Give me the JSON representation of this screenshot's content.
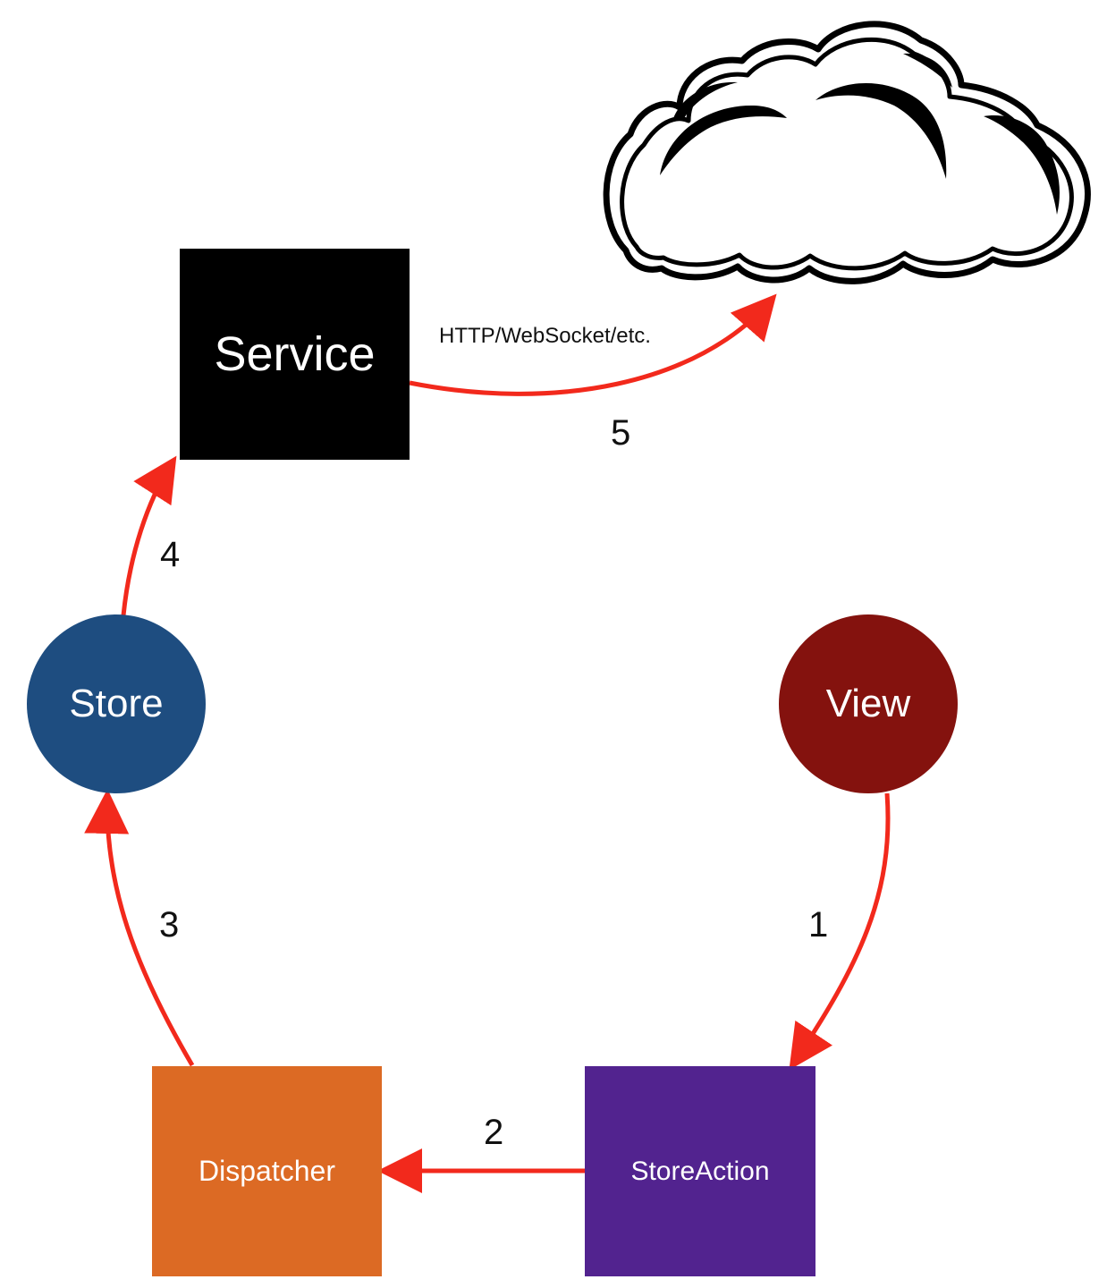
{
  "nodes": {
    "service": {
      "label": "Service",
      "color": "#000000"
    },
    "store": {
      "label": "Store",
      "color": "#1e4d80"
    },
    "view": {
      "label": "View",
      "color": "#84120e"
    },
    "dispatcher": {
      "label": "Dispatcher",
      "color": "#dc6a24"
    },
    "store_action": {
      "label": "StoreAction",
      "color": "#52238f"
    }
  },
  "cloud": {
    "icon": "cloud-icon"
  },
  "edges": {
    "step1": {
      "label": "1"
    },
    "step2": {
      "label": "2"
    },
    "step3": {
      "label": "3"
    },
    "step4": {
      "label": "4"
    },
    "step5": {
      "label": "5",
      "caption": "HTTP/WebSocket/etc."
    }
  },
  "arrow_color": "#f2291c"
}
